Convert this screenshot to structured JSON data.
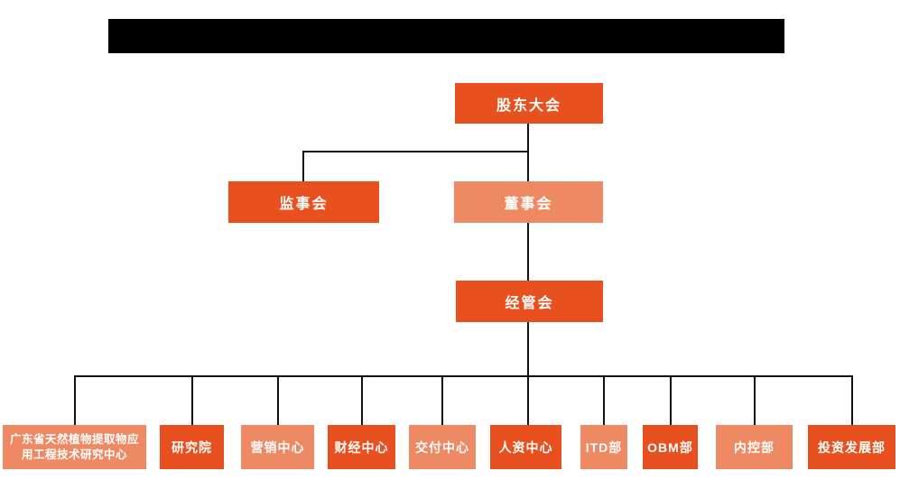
{
  "colors": {
    "primary_orange": "#e8511f",
    "secondary_salmon": "#ee8a63",
    "line_black": "#111111",
    "redaction_black": "#000000",
    "background_white": "#ffffff",
    "node_text_white": "#ffffff"
  },
  "org": {
    "root": {
      "label": "股东大会",
      "variant": "primary"
    },
    "level2": [
      {
        "label": "监事会",
        "variant": "primary"
      },
      {
        "label": "董事会",
        "variant": "secondary"
      }
    ],
    "level3": {
      "label": "经管会",
      "variant": "primary"
    },
    "departments": [
      {
        "label": "广东省天然植物提取物应\n用工程技术研究中心",
        "variant": "secondary"
      },
      {
        "label": "研究院",
        "variant": "primary"
      },
      {
        "label": "营销中心",
        "variant": "secondary"
      },
      {
        "label": "财经中心",
        "variant": "primary"
      },
      {
        "label": "交付中心",
        "variant": "secondary"
      },
      {
        "label": "人资中心",
        "variant": "primary"
      },
      {
        "label": "ITD部",
        "variant": "secondary"
      },
      {
        "label": "OBM部",
        "variant": "primary"
      },
      {
        "label": "内控部",
        "variant": "secondary"
      },
      {
        "label": "投资发展部",
        "variant": "primary"
      }
    ]
  }
}
